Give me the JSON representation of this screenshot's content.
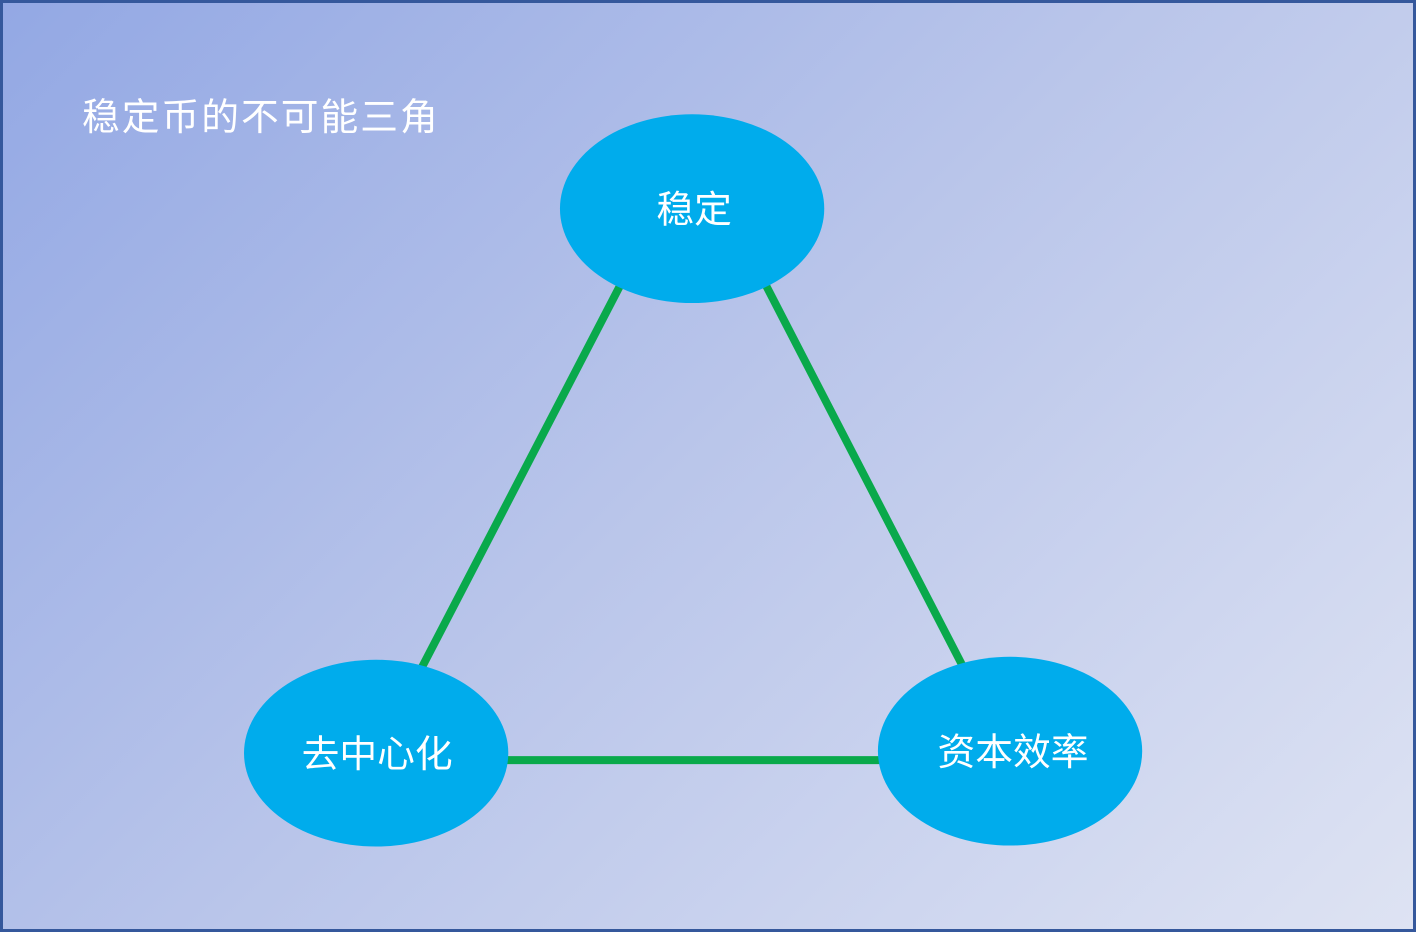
{
  "title": "稳定币的不可能三角",
  "colors": {
    "background_top_left": "#93a8e4",
    "background_bottom_right": "#dee3f3",
    "frame_border": "#35589c",
    "node_fill": "#00acec",
    "edge_stroke": "#09a94b",
    "text": "#ffffff"
  },
  "diagram": {
    "type": "triangle-diagram",
    "nodes": [
      {
        "id": "stability",
        "label": "稳定",
        "position": "top"
      },
      {
        "id": "decentralization",
        "label": "去中心化",
        "position": "bottom-left"
      },
      {
        "id": "capital-efficiency",
        "label": "资本效率",
        "position": "bottom-right"
      }
    ],
    "edges": [
      {
        "from": "stability",
        "to": "decentralization"
      },
      {
        "from": "stability",
        "to": "capital-efficiency"
      },
      {
        "from": "decentralization",
        "to": "capital-efficiency"
      }
    ]
  }
}
